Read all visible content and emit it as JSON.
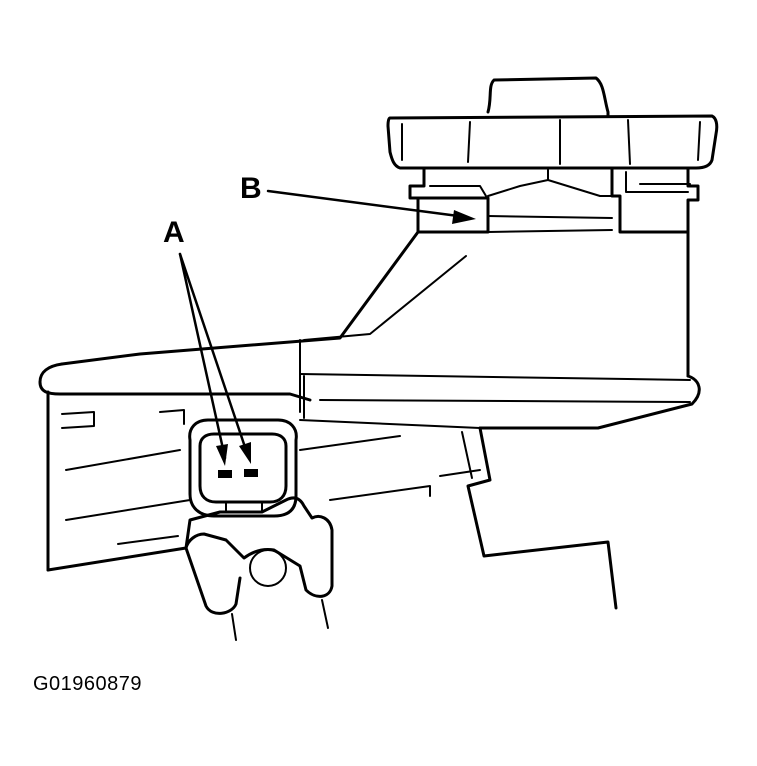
{
  "diagram": {
    "labels": {
      "a": "A",
      "b": "B"
    },
    "figure_id": "G01960879",
    "colors": {
      "line": "#000000",
      "background": "#ffffff"
    }
  }
}
